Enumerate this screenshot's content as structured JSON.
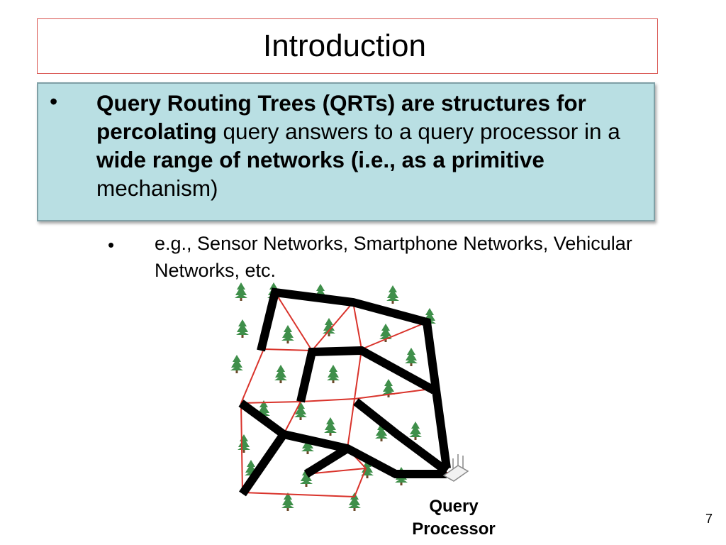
{
  "slide": {
    "title": "Introduction",
    "bullet_marker": "•",
    "main_bullet": {
      "part1_bold": "Query Routing Trees (QRTs) are structures for percolating",
      "part2": " query answers to a query processor in a ",
      "part3_bold": "wide range of networks (i.e., as a primitive",
      "part4": " mechanism)"
    },
    "sub_bullet_marker": "•",
    "sub_bullet": "e.g., Sensor Networks, Smartphone Networks, Vehicular Networks, etc.",
    "figure_label_line1": "Query",
    "figure_label_line2": "Processor",
    "page_number": "7"
  },
  "colors": {
    "title_border": "#d9534f",
    "highlight_bg": "#b9dfe3",
    "red_edges": "#d9332b",
    "tree_edges": "#000000",
    "tree_green": "#3f8f4a"
  },
  "icons": {
    "tree": "pine-tree-icon",
    "sink": "antenna-base-station-icon"
  }
}
